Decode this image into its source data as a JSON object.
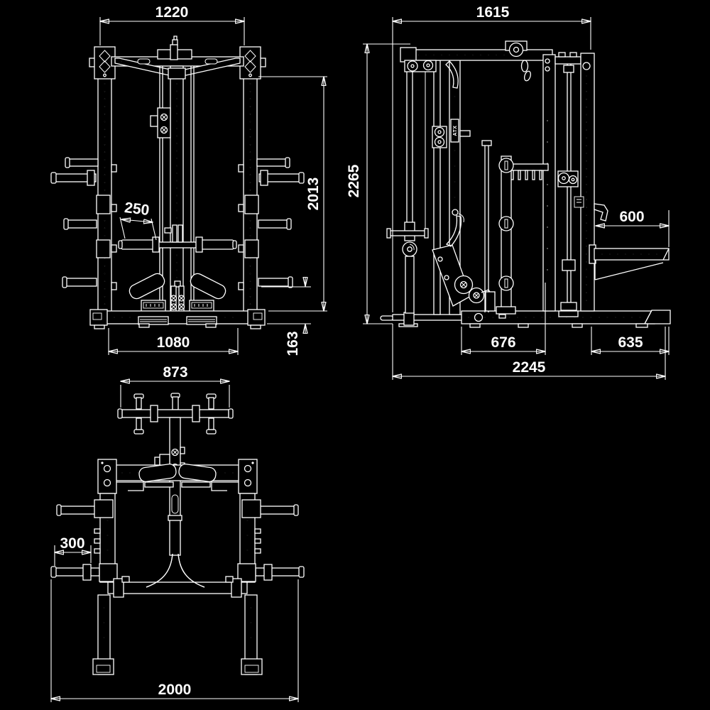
{
  "drawing": {
    "brand": "ATX",
    "colors": {
      "background": "#000000",
      "line": "#ffffff"
    },
    "front_view": {
      "dims": {
        "top_width": "1220",
        "overall_height": "2013",
        "handle_width": "250",
        "base_width": "1080",
        "base_height": "163"
      }
    },
    "side_view": {
      "dims": {
        "top_depth": "1615",
        "overall_height": "2265",
        "storage_arm_length": "600",
        "base_front_span": "676",
        "rear_extension": "635",
        "overall_depth": "2245"
      }
    },
    "top_view": {
      "dims": {
        "handlebar_width": "873",
        "weight_horn_length": "300",
        "overall_width": "2000"
      }
    }
  }
}
